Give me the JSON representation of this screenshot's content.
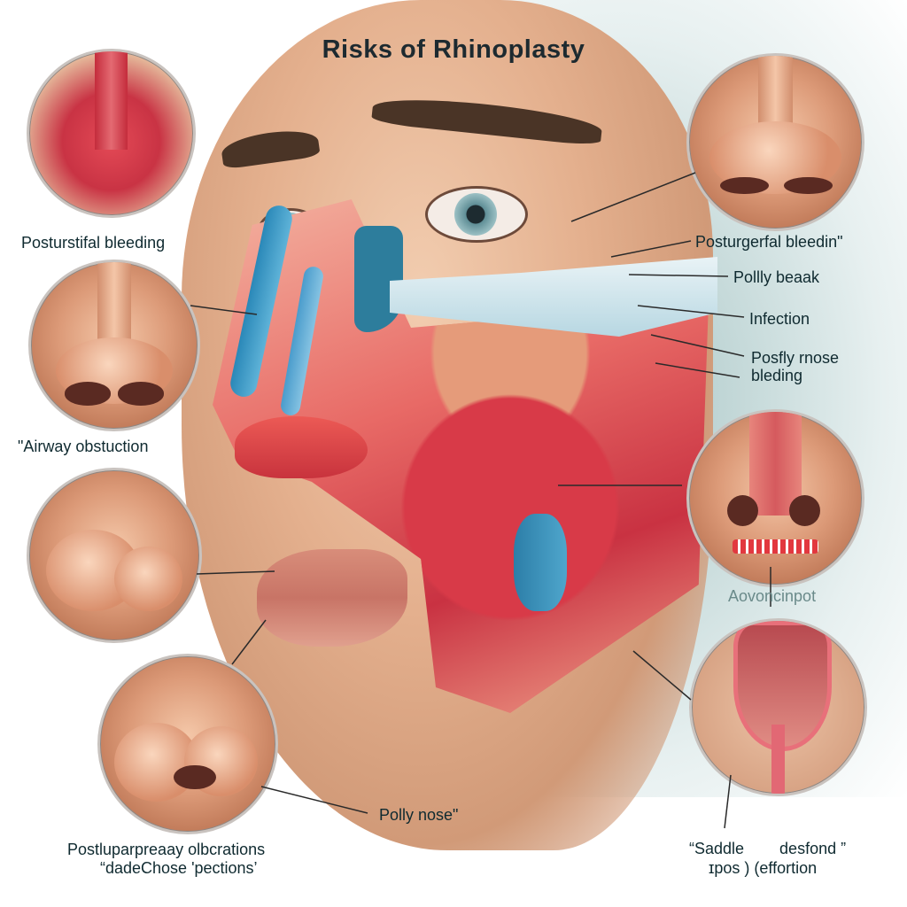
{
  "title": "Risks of Rhinoplasty",
  "labels": {
    "left_1": "Posturstifal bleeding",
    "left_2": "\"Airway obstuction",
    "left_bottom_line1": "Postluparpreaay olbcrations",
    "left_bottom_line2": "“dadeChose 'pections’",
    "bottom_center": "Polly nose\"",
    "right_1": "Posturgerfal bleedin\"",
    "right_2": "Pollly beaak",
    "right_3": "Infection",
    "right_4_line1": "Posfly rnose",
    "right_4_line2": "bleding",
    "right_5": "Aovoncinpot",
    "right_bottom_line1": "“Saddle        desfond ”",
    "right_bottom_line2": "ɪpos ) (effortion"
  },
  "circles": [
    {
      "id": "left-1",
      "depicts": "internal nasal cutaway (red tissue)"
    },
    {
      "id": "left-2",
      "depicts": "nose front view"
    },
    {
      "id": "left-3",
      "depicts": "nose side view"
    },
    {
      "id": "left-4",
      "depicts": "nose side view, lower"
    },
    {
      "id": "right-1",
      "depicts": "nose front view"
    },
    {
      "id": "right-2",
      "depicts": "nose with sutures at base"
    },
    {
      "id": "right-3",
      "depicts": "nasal cavity saddle deformity"
    }
  ],
  "colors": {
    "title_text": "#1d2a30",
    "label_text": "#0f2a30",
    "skin": "#dc9a78",
    "tissue_red": "#c93344",
    "cartilage_blue": "#2a88b8",
    "background_tint": "#c9dcdc"
  }
}
